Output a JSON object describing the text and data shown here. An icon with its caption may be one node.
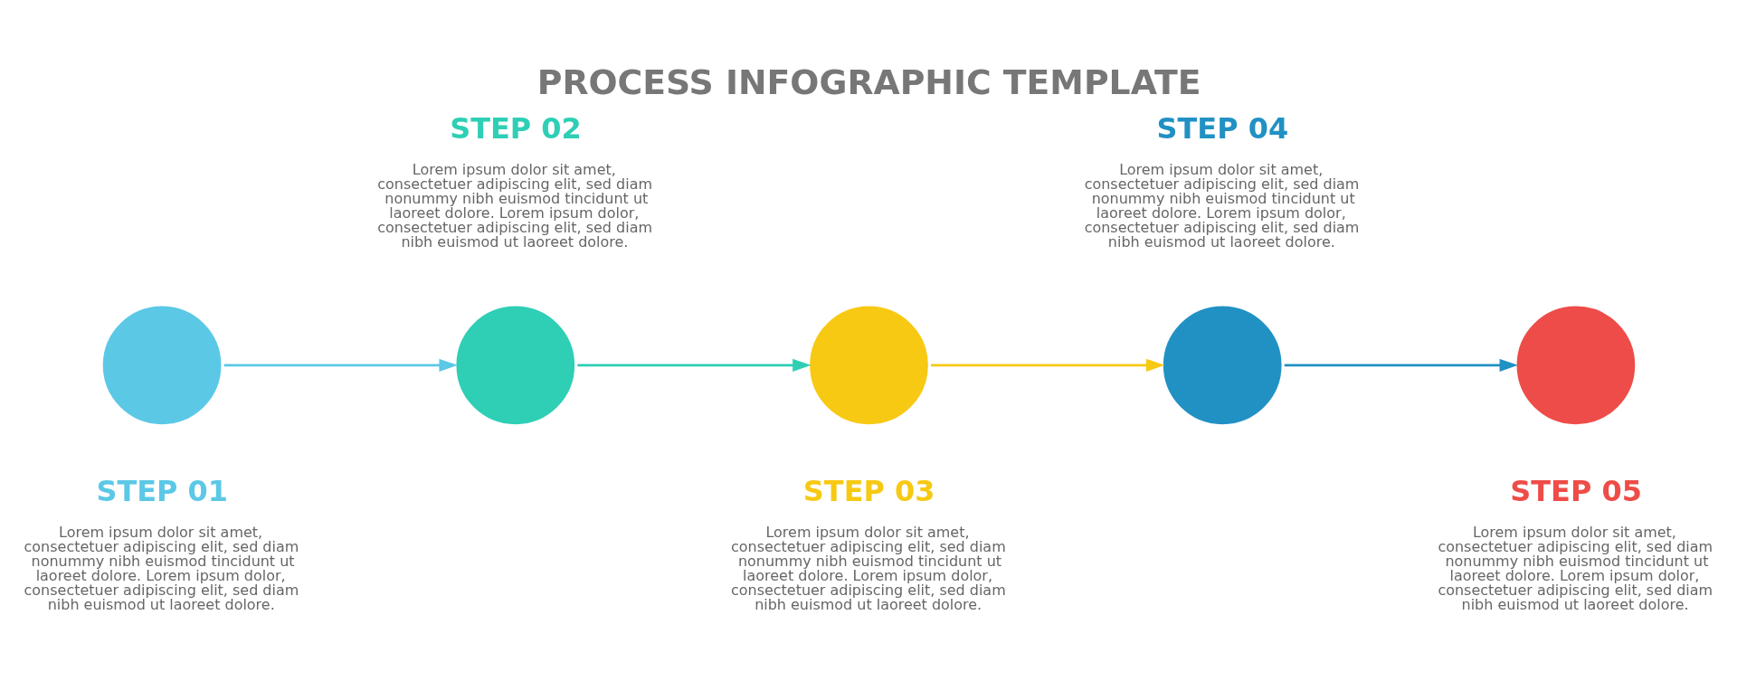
{
  "diagram": {
    "title": "PROCESS INFOGRAPHIC TEMPLATE",
    "nodes": [
      {
        "text": [],
        "shape": "circle",
        "beside": [
          "STEP 01",
          "Lorem ipsum dolor sit amet, consectetuer adipiscing elit, sed diam nonummy nibh euismod tincidunt ut laoreet dolore. Lorem ipsum dolor, consectetuer adipiscing elit, sed diam nibh euismod ut laoreet dolore."
        ]
      },
      {
        "text": [],
        "shape": "circle",
        "beside": [
          "STEP 02",
          "Lorem ipsum dolor sit amet, consectetuer adipiscing elit, sed diam nonummy nibh euismod tincidunt ut laoreet dolore. Lorem ipsum dolor, consectetuer adipiscing elit, sed diam nibh euismod ut laoreet dolore."
        ]
      },
      {
        "text": [],
        "shape": "circle",
        "beside": [
          "STEP 03",
          "Lorem ipsum dolor sit amet, consectetuer adipiscing elit, sed diam nonummy nibh euismod tincidunt ut laoreet dolore. Lorem ipsum dolor, consectetuer adipiscing elit, sed diam nibh euismod ut laoreet dolore."
        ]
      },
      {
        "text": [],
        "shape": "circle",
        "beside": [
          "STEP 04",
          "Lorem ipsum dolor sit amet, consectetuer adipiscing elit, sed diam nonummy nibh euismod tincidunt ut laoreet dolore. Lorem ipsum dolor, consectetuer adipiscing elit, sed diam nibh euismod ut laoreet dolore."
        ]
      },
      {
        "text": [],
        "shape": "circle",
        "beside": [
          "STEP 05",
          "Lorem ipsum dolor sit amet, consectetuer adipiscing elit, sed diam nonummy nibh euismod tincidunt ut laoreet dolore. Lorem ipsum dolor, consectetuer adipiscing elit, sed diam nibh euismod ut laoreet dolore."
        ]
      }
    ],
    "edges": [
      {
        "from": 0,
        "to": 1,
        "arrow": "to",
        "color": "#5bc8e6"
      },
      {
        "from": 1,
        "to": 2,
        "arrow": "to",
        "color": "#2ecfb5"
      },
      {
        "from": 2,
        "to": 3,
        "arrow": "to",
        "color": "#f7c913"
      },
      {
        "from": 3,
        "to": 4,
        "arrow": "to",
        "color": "#2191c4"
      }
    ]
  }
}
